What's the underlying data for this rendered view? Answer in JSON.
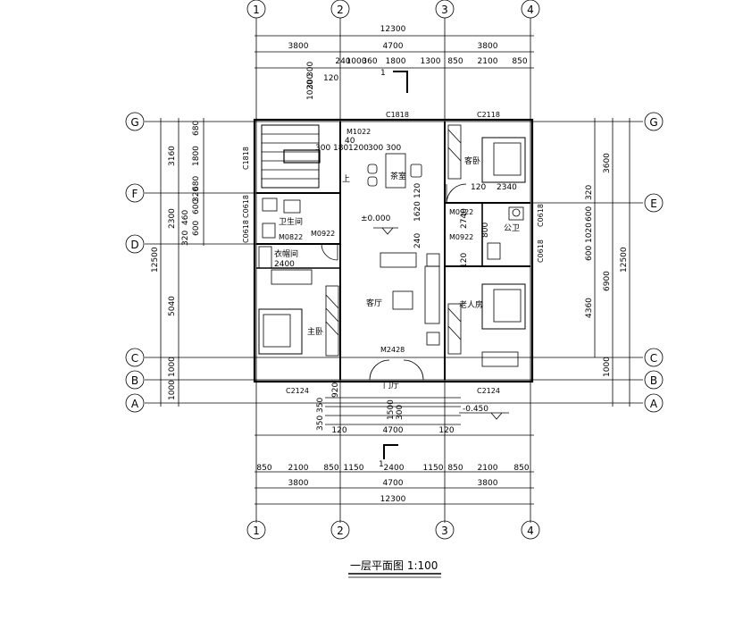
{
  "axes": {
    "vertical": [
      "1",
      "2",
      "3",
      "4"
    ],
    "left": [
      "G",
      "F",
      "D",
      "C",
      "B",
      "A"
    ],
    "right": [
      "G",
      "E",
      "C",
      "B",
      "A"
    ]
  },
  "dimensions": {
    "top_total": "12300",
    "top_bays": [
      "3800",
      "4700",
      "3800"
    ],
    "top_detail": [
      "240",
      "1000",
      "360",
      "1800",
      "1300",
      "850",
      "2100",
      "850"
    ],
    "stair_vertical": [
      "1020",
      "300",
      "300"
    ],
    "stair_detail": [
      "300",
      "180",
      "1200",
      "300",
      "300"
    ],
    "bottom_detail": [
      "850",
      "2100",
      "850",
      "1150",
      "2400",
      "1150",
      "850",
      "2100",
      "850"
    ],
    "bottom_bays": [
      "3800",
      "4700",
      "3800"
    ],
    "bottom_total": "12300",
    "entry_width": "4700",
    "entry_side": [
      "120",
      "120"
    ],
    "entry_steps": [
      "350",
      "350",
      "920",
      "1500",
      "300"
    ],
    "left_outer": [
      "3160",
      "2300",
      "5040",
      "1000",
      "1000"
    ],
    "left_total": "12500",
    "left_inner": [
      "680",
      "1800",
      "680",
      "320",
      "600",
      "460",
      "600",
      "320"
    ],
    "right_inner": [
      "3600",
      "320",
      "600",
      "1020",
      "600",
      "4360",
      "1000"
    ],
    "right_sub": [
      "6900"
    ],
    "right_total": "12500",
    "interior": [
      "120",
      "2340",
      "1620",
      "120",
      "240",
      "120",
      "2740",
      "800",
      "2400",
      "120",
      "40"
    ]
  },
  "rooms": {
    "tea_room": "茶室",
    "guest_bedroom": "客卧",
    "bathroom": "卫生间",
    "public_bath": "公卫",
    "cloakroom": "衣帽间",
    "living_room": "客厅",
    "elder_room": "老人房",
    "master_bedroom": "主卧",
    "entrance": "门厅",
    "stair_up": "上"
  },
  "elevations": {
    "floor": "±0.000",
    "outdoor": "-0.450"
  },
  "openings": {
    "m1022": "M1022",
    "c1818_top": "C1818",
    "c2118": "C2118",
    "c1818_side": "C1818",
    "c0618_left": "C0618",
    "c0618_left2": "C0618",
    "m0822": "M0822",
    "m0922_left": "M0922",
    "m0922_r1": "M0922",
    "m0922_r2": "M0922",
    "c0618_r1": "C0618",
    "c0618_r2": "C0618",
    "m2428": "M2428",
    "c2124_left": "C2124",
    "c2124_right": "C2124"
  },
  "section_marks": [
    "1",
    "1"
  ],
  "title": "一层平面图 1:100"
}
